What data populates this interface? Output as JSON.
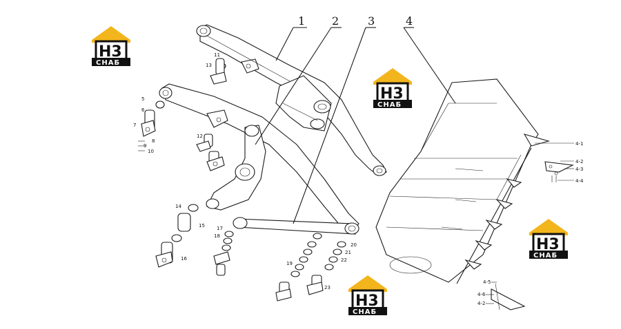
{
  "callouts": [
    {
      "id": "c1",
      "text": "1"
    },
    {
      "id": "c2",
      "text": "2"
    },
    {
      "id": "c3",
      "text": "3"
    },
    {
      "id": "c4",
      "text": "4"
    }
  ],
  "watermark": {
    "line1": "H3",
    "line2": "CHAБ"
  },
  "part_labels": [
    "4-1",
    "4-2",
    "4-3",
    "4-4",
    "4-5",
    "4-6",
    "4-2",
    "5",
    "6",
    "7",
    "8",
    "9",
    "10",
    "11",
    "12",
    "13",
    "14",
    "15",
    "16",
    "17",
    "18",
    "19",
    "20",
    "21",
    "22",
    "23"
  ]
}
